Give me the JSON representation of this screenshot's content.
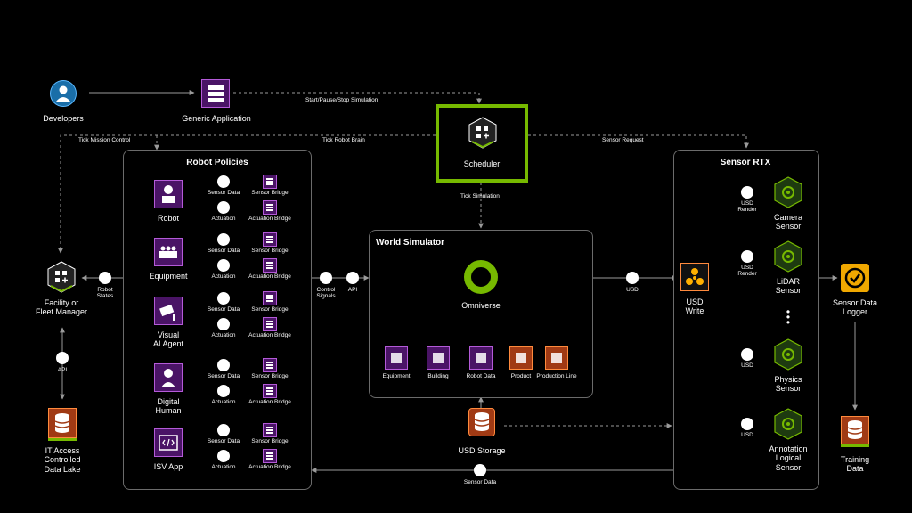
{
  "top": {
    "developers": "Developers",
    "generic_app": "Generic Application",
    "start_pause": "Start/Pause/Stop Simulation",
    "tick_mission": "Tick Mission Control",
    "tick_robot": "Tick Robot Brain",
    "sensor_request": "Sensor Request",
    "scheduler": "Scheduler",
    "tick_sim": "Tick Simulation"
  },
  "left": {
    "facility_l1": "Facility or",
    "facility_l2": "Fleet Manager",
    "robot_states_l1": "Robot",
    "robot_states_l2": "States",
    "api": "API",
    "lake_l1": "IT Access",
    "lake_l2": "Controlled",
    "lake_l3": "Data Lake"
  },
  "policies": {
    "title": "Robot Policies",
    "sensor_data": "Sensor Data",
    "sensor_bridge": "Sensor Bridge",
    "actuation": "Actuation",
    "actuation_bridge": "Actuation Bridge",
    "rows": [
      {
        "l1": "Robot",
        "l2": ""
      },
      {
        "l1": "Equipment",
        "l2": ""
      },
      {
        "l1": "Visual",
        "l2": "AI Agent"
      },
      {
        "l1": "Digital",
        "l2": "Human"
      },
      {
        "l1": "ISV App",
        "l2": ""
      }
    ]
  },
  "mid": {
    "control_l1": "Control",
    "control_l2": "Signals",
    "api": "API",
    "usd": "USD",
    "sensor_data": "Sensor Data",
    "usd_storage": "USD Storage"
  },
  "world": {
    "title": "World Simulator",
    "omniverse": "Omniverse",
    "items": [
      "Equipment",
      "Building",
      "Robot Data",
      "Product",
      "Production Line"
    ]
  },
  "sensor_rtx": {
    "title": "Sensor RTX",
    "usd_write_l1": "USD",
    "usd_write_l2": "Write",
    "usd_render_l1": "USD",
    "usd_render_l2": "Render",
    "usd": "USD",
    "sensors": [
      {
        "l1": "Camera",
        "l2": "Sensor",
        "l3": ""
      },
      {
        "l1": "LiDAR",
        "l2": "Sensor",
        "l3": ""
      },
      {
        "l1": "Physics",
        "l2": "Sensor",
        "l3": ""
      },
      {
        "l1": "Annotation",
        "l2": "Logical",
        "l3": "Sensor"
      }
    ]
  },
  "right": {
    "logger_l1": "Sensor Data",
    "logger_l2": "Logger",
    "training_l1": "Training",
    "training_l2": "Data"
  },
  "colors": {
    "accent_green": "#76b900",
    "purple": "#b45ad8",
    "orange": "#ff8a3d",
    "line": "#9a9a9a"
  }
}
